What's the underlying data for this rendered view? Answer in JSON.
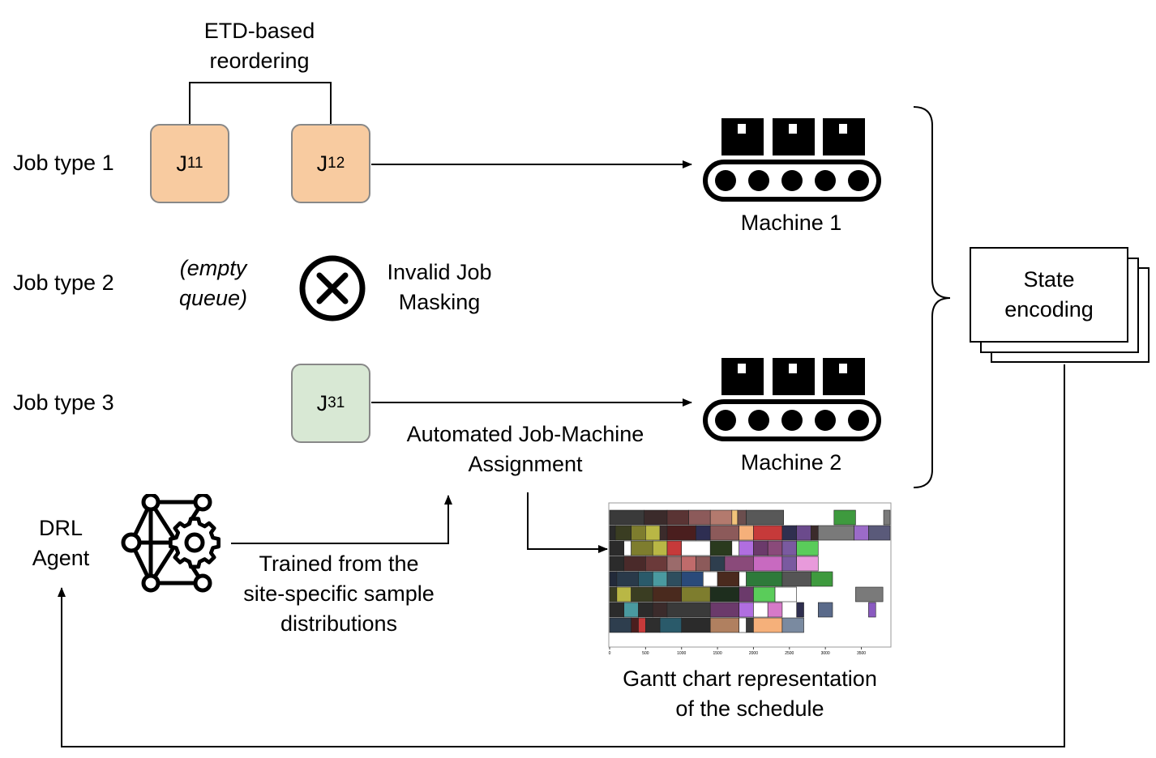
{
  "job_types": [
    {
      "label": "Job type 1"
    },
    {
      "label": "Job type 2"
    },
    {
      "label": "Job type 3"
    }
  ],
  "jobs": [
    {
      "name": "J",
      "sub": "11",
      "fill": "#f8cba0"
    },
    {
      "name": "J",
      "sub": "12",
      "fill": "#f8cba0"
    },
    {
      "name": "J",
      "sub": "31",
      "fill": "#d8e8d4"
    }
  ],
  "etd": {
    "line1": "ETD-based",
    "line2": "reordering"
  },
  "empty_queue": {
    "line1": "(empty",
    "line2": "queue)"
  },
  "masking": {
    "line1": "Invalid Job",
    "line2": "Masking"
  },
  "machines": [
    {
      "label": "Machine 1"
    },
    {
      "label": "Machine 2"
    }
  ],
  "assignment": {
    "line1": "Automated Job-Machine",
    "line2": "Assignment"
  },
  "state": {
    "line1": "State",
    "line2": "encoding"
  },
  "agent": {
    "line1": "DRL",
    "line2": "Agent"
  },
  "trained": {
    "line1": "Trained from the",
    "line2": "site-specific sample",
    "line3": "distributions"
  },
  "gantt_caption": {
    "line1": "Gantt chart representation",
    "line2": "of the schedule"
  },
  "gantt": {
    "x_ticks": [
      "0",
      "500",
      "1000",
      "1500",
      "2000",
      "2500",
      "3000",
      "3500"
    ],
    "x_range": [
      0,
      3900
    ],
    "rows": [
      [
        [
          0,
          480,
          "#3a3a3a"
        ],
        [
          480,
          800,
          "#3b2b2b"
        ],
        [
          800,
          1100,
          "#5a3434"
        ],
        [
          1100,
          1400,
          "#8c5a5a"
        ],
        [
          1400,
          1700,
          "#b37a6e"
        ],
        [
          1700,
          1780,
          "#f2c37a"
        ],
        [
          1780,
          1900,
          "#6b4e4e"
        ],
        [
          1900,
          2420,
          "#585858"
        ],
        [
          3120,
          3420,
          "#3e9a3e"
        ],
        [
          3810,
          3900,
          "#7a7a7a"
        ]
      ],
      [
        [
          0,
          80,
          "#2b2b2b"
        ],
        [
          80,
          300,
          "#3a3d22"
        ],
        [
          300,
          500,
          "#7e7d2e"
        ],
        [
          500,
          700,
          "#b9b745"
        ],
        [
          700,
          800,
          "#3b2b2b"
        ],
        [
          800,
          1200,
          "#4a1e1e"
        ],
        [
          1200,
          1400,
          "#2e2e52"
        ],
        [
          1400,
          1800,
          "#8c5a5a"
        ],
        [
          1800,
          2000,
          "#f5b07a"
        ],
        [
          2000,
          2400,
          "#c63a3a"
        ],
        [
          2400,
          2600,
          "#2f2f4f"
        ],
        [
          2600,
          2800,
          "#6b4a8c"
        ],
        [
          2800,
          2900,
          "#3b2b2b"
        ],
        [
          2900,
          3400,
          "#7a7a7a"
        ],
        [
          3400,
          3600,
          "#9b6bc8"
        ],
        [
          3600,
          3900,
          "#5a5a7a"
        ]
      ],
      [
        [
          0,
          200,
          "#2b2b2b"
        ],
        [
          200,
          300,
          "#ffffff"
        ],
        [
          300,
          600,
          "#7e7d2e"
        ],
        [
          600,
          800,
          "#b9b745"
        ],
        [
          800,
          1000,
          "#c63a3a"
        ],
        [
          1000,
          1400,
          "#ffffff"
        ],
        [
          1400,
          1700,
          "#2a3a1e"
        ],
        [
          1700,
          1800,
          "#ffffff"
        ],
        [
          1800,
          2000,
          "#b06ee0"
        ],
        [
          2000,
          2200,
          "#6b3a6b"
        ],
        [
          2200,
          2400,
          "#8a4a7a"
        ],
        [
          2400,
          2600,
          "#7a5aa0"
        ],
        [
          2600,
          2900,
          "#5acc5a"
        ]
      ],
      [
        [
          0,
          200,
          "#2b2b2b"
        ],
        [
          200,
          500,
          "#4a2a2a"
        ],
        [
          500,
          800,
          "#6b3a3a"
        ],
        [
          800,
          1000,
          "#9b6b6b"
        ],
        [
          1000,
          1200,
          "#c06b6b"
        ],
        [
          1200,
          1400,
          "#8c5a5a"
        ],
        [
          1400,
          1600,
          "#2e3e4e"
        ],
        [
          1600,
          2000,
          "#8a4a7a"
        ],
        [
          2000,
          2400,
          "#c86ac0"
        ],
        [
          2400,
          2600,
          "#7a5aa0"
        ],
        [
          2600,
          2900,
          "#e89adb"
        ]
      ],
      [
        [
          0,
          100,
          "#222a3a"
        ],
        [
          100,
          400,
          "#2a3a4a"
        ],
        [
          400,
          600,
          "#2a5a6a"
        ],
        [
          600,
          800,
          "#4a9aa0"
        ],
        [
          800,
          1000,
          "#2e4e5e"
        ],
        [
          1000,
          1300,
          "#2a4a7a"
        ],
        [
          1300,
          1500,
          "#ffffff"
        ],
        [
          1500,
          1800,
          "#4a2a1e"
        ],
        [
          1800,
          1900,
          "#ffffff"
        ],
        [
          1900,
          2400,
          "#2e7a3a"
        ],
        [
          2400,
          2800,
          "#555555"
        ],
        [
          2800,
          3100,
          "#3e9a3e"
        ]
      ],
      [
        [
          0,
          100,
          "#3a3d22"
        ],
        [
          100,
          300,
          "#b9b745"
        ],
        [
          300,
          600,
          "#3a3d22"
        ],
        [
          600,
          1000,
          "#4a2a1e"
        ],
        [
          1000,
          1400,
          "#7e7d2e"
        ],
        [
          1400,
          1800,
          "#1e2e1e"
        ],
        [
          1800,
          2000,
          "#6b3a6b"
        ],
        [
          2000,
          2300,
          "#5acc5a"
        ],
        [
          2300,
          2600,
          "#ffffff"
        ],
        [
          3420,
          3800,
          "#7a7a7a"
        ]
      ],
      [
        [
          0,
          200,
          "#2b2b2b"
        ],
        [
          200,
          400,
          "#4a9aa0"
        ],
        [
          400,
          600,
          "#2b2b2b"
        ],
        [
          600,
          800,
          "#3b2b2b"
        ],
        [
          800,
          1400,
          "#3a3a3a"
        ],
        [
          1400,
          1800,
          "#6b3a6b"
        ],
        [
          1800,
          2000,
          "#b06ee0"
        ],
        [
          2000,
          2200,
          "#ffffff"
        ],
        [
          2200,
          2400,
          "#d67ac8"
        ],
        [
          2600,
          2700,
          "#2f2f4f"
        ],
        [
          2900,
          3100,
          "#5a6a8a"
        ],
        [
          3600,
          3700,
          "#8a5ac0"
        ]
      ],
      [
        [
          0,
          300,
          "#2e3e4e"
        ],
        [
          300,
          400,
          "#4a1e1e"
        ],
        [
          400,
          500,
          "#c63a3a"
        ],
        [
          500,
          700,
          "#2e2e2e"
        ],
        [
          700,
          1000,
          "#2a5a6a"
        ],
        [
          1000,
          1400,
          "#2b2b2b"
        ],
        [
          1400,
          1800,
          "#b08060"
        ],
        [
          1800,
          1900,
          "#ffffff"
        ],
        [
          1900,
          2000,
          "#3a3a3a"
        ],
        [
          2000,
          2400,
          "#f5b07a"
        ],
        [
          2400,
          2700,
          "#7a8aa0"
        ]
      ]
    ]
  },
  "colors": {
    "job_orange": "#f8cba0",
    "job_green": "#d8e8d4",
    "border": "#888888"
  },
  "icons": {
    "machine": "conveyor-machine-icon",
    "mask": "circle-x-icon",
    "agent": "neural-network-gear-icon"
  }
}
